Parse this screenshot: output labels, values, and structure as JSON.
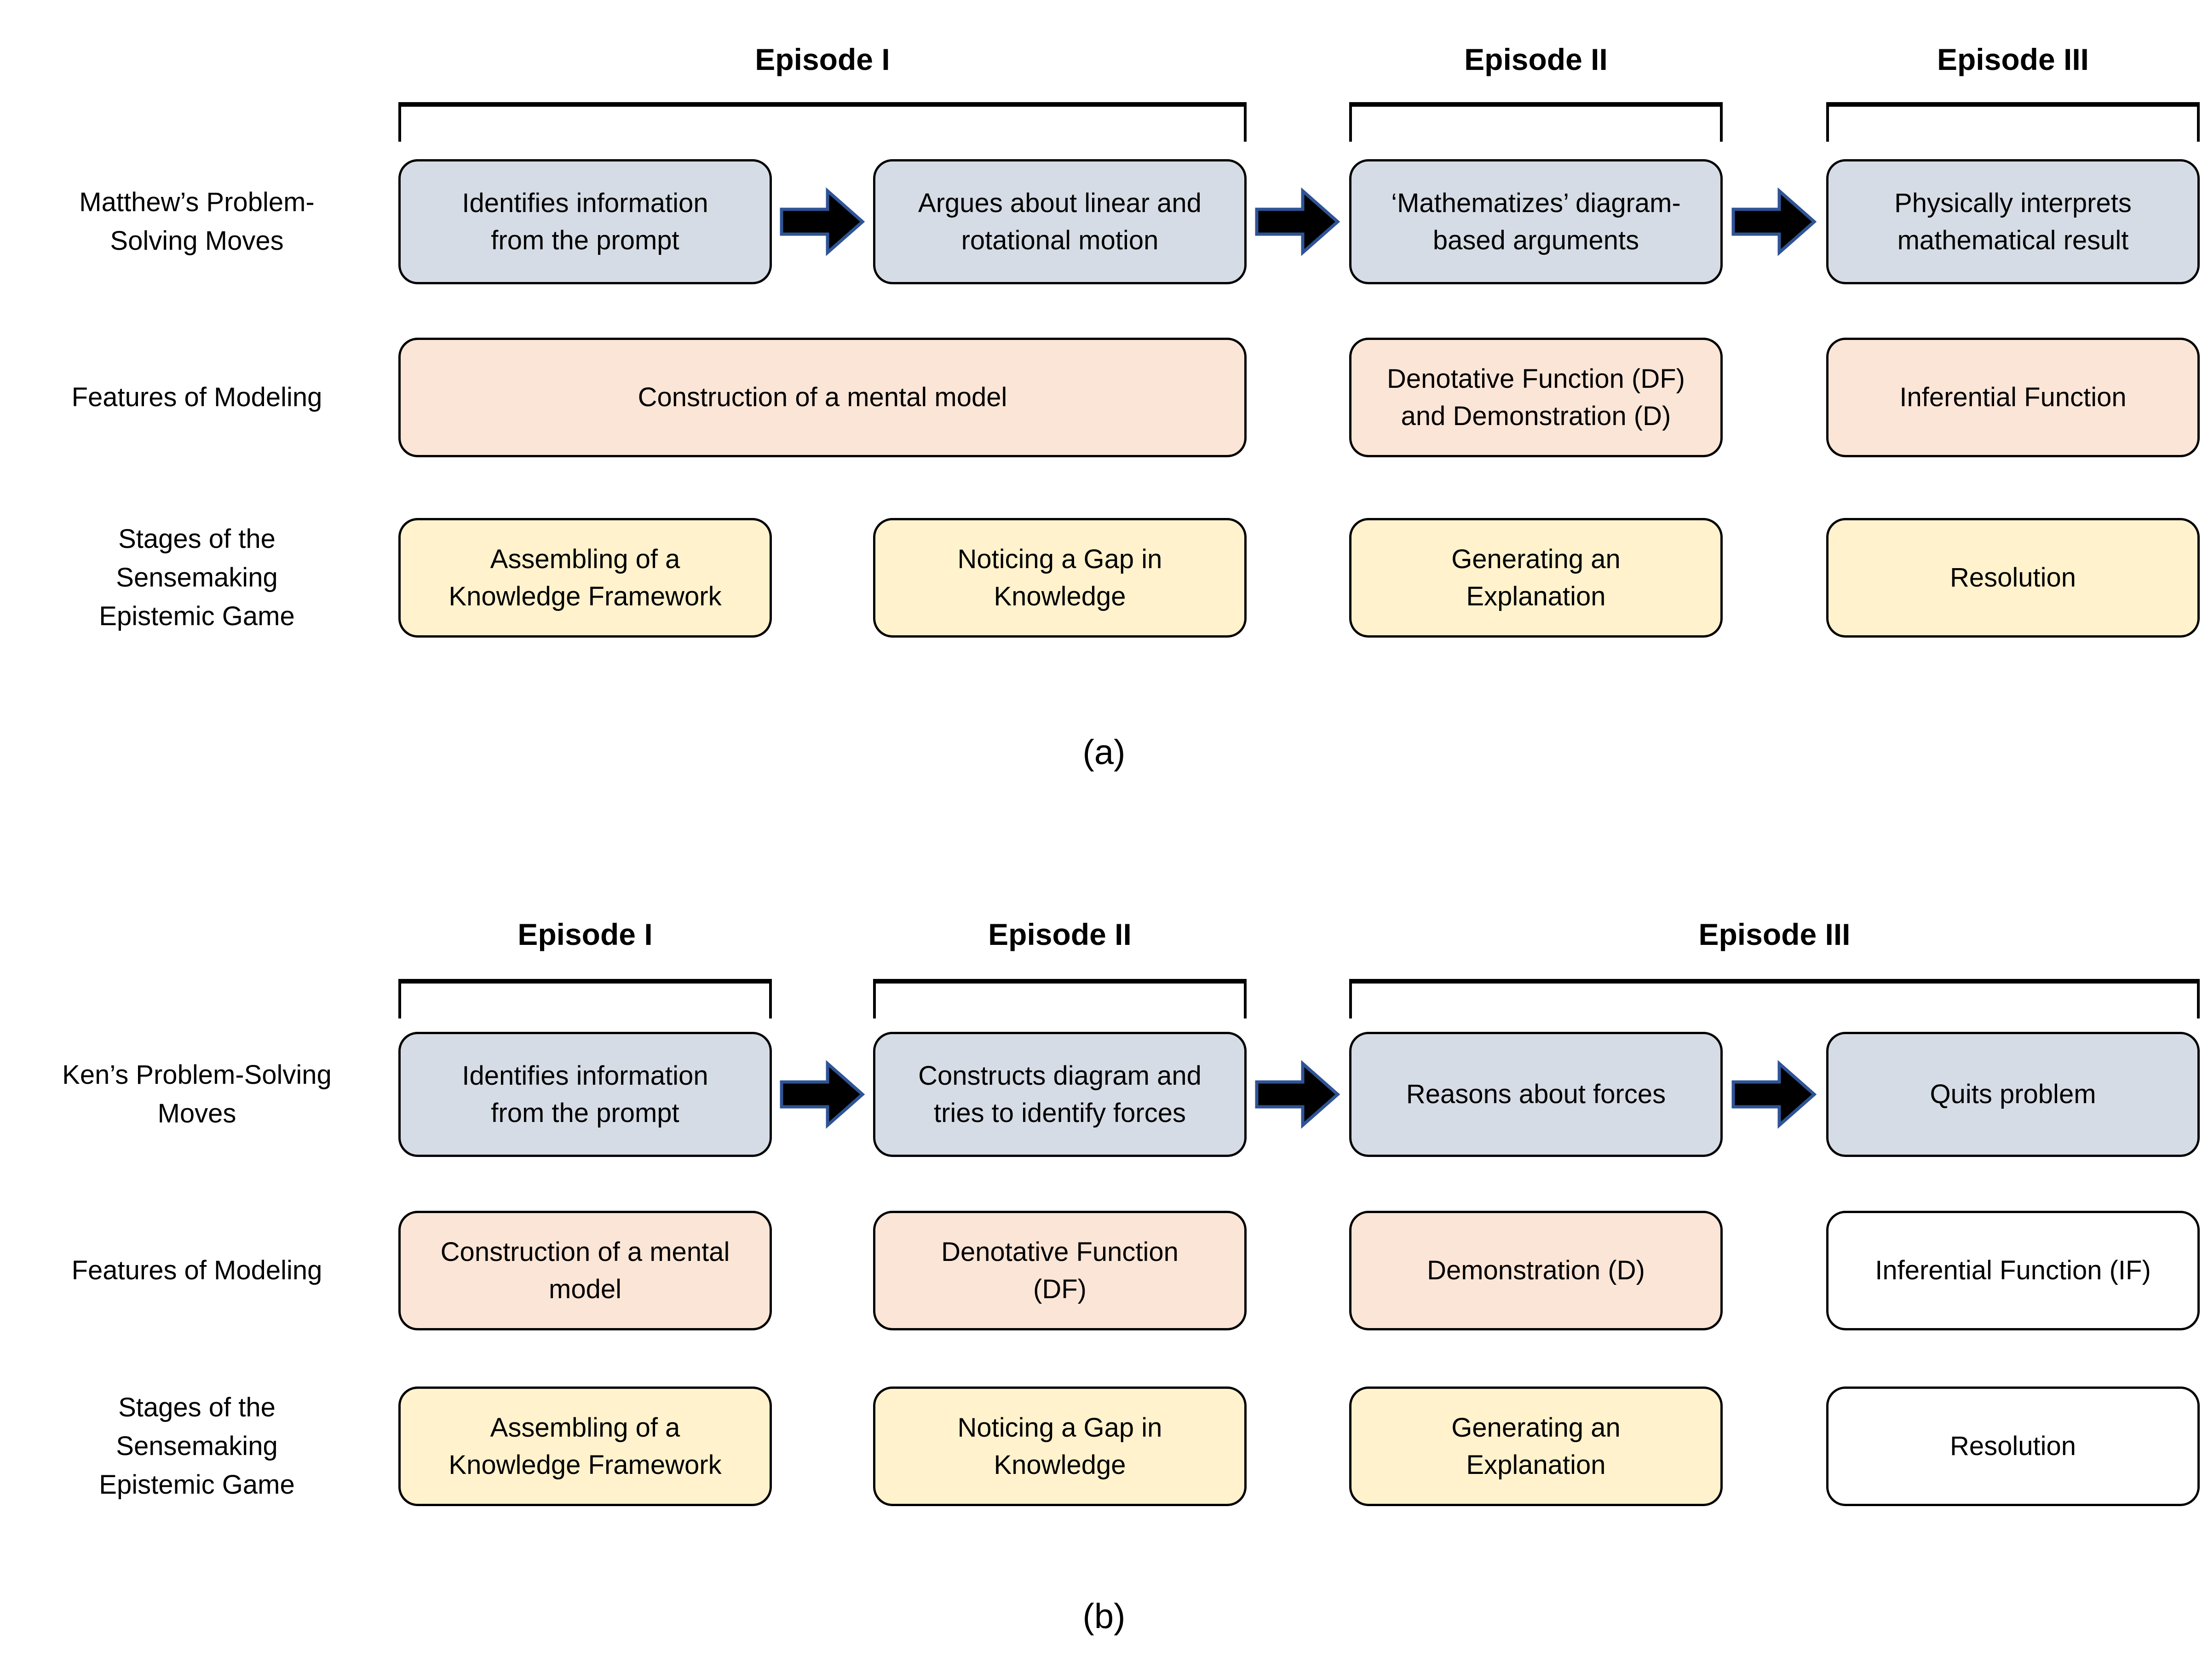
{
  "colors": {
    "move-box-fill": "#d6dce5",
    "feature-box-fill": "#fbe5d6",
    "stage-box-fill": "#fff2cc",
    "plain-box-fill": "#ffffff",
    "arrow-fill": "#000000",
    "arrow-outline": "#2f5496",
    "line-color": "#000000",
    "text-color": "#000000"
  },
  "panels": [
    {
      "caption": "(a)",
      "episode_headers": [
        "Episode I",
        "Episode II",
        "Episode III"
      ],
      "row_labels": [
        "Matthew’s Problem-\nSolving Moves",
        "Features of Modeling",
        "Stages of the\nSensemaking\nEpistemic Game"
      ],
      "moves": [
        "Identifies information\nfrom the prompt",
        "Argues about linear and\nrotational motion",
        "‘Mathematizes’ diagram-\nbased arguments",
        "Physically interprets\nmathematical result"
      ],
      "features": [
        "Construction of a mental model",
        "Denotative Function (DF)\nand Demonstration (D)",
        "Inferential Function"
      ],
      "stages": [
        "Assembling of a\nKnowledge Framework",
        "Noticing a Gap in\nKnowledge",
        "Generating an\nExplanation",
        "Resolution"
      ]
    },
    {
      "caption": "(b)",
      "episode_headers": [
        "Episode I",
        "Episode II",
        "Episode III"
      ],
      "row_labels": [
        "Ken’s Problem-Solving\nMoves",
        "Features of Modeling",
        "Stages of the\nSensemaking\nEpistemic Game"
      ],
      "moves": [
        "Identifies information\nfrom the prompt",
        "Constructs diagram and\ntries to identify forces",
        "Reasons about forces",
        "Quits problem"
      ],
      "features": [
        "Construction of a mental\nmodel",
        "Denotative Function\n(DF)",
        "Demonstration (D)",
        "Inferential Function (IF)"
      ],
      "stages": [
        "Assembling of a\nKnowledge Framework",
        "Noticing a Gap in\nKnowledge",
        "Generating an\nExplanation",
        "Resolution"
      ]
    }
  ]
}
